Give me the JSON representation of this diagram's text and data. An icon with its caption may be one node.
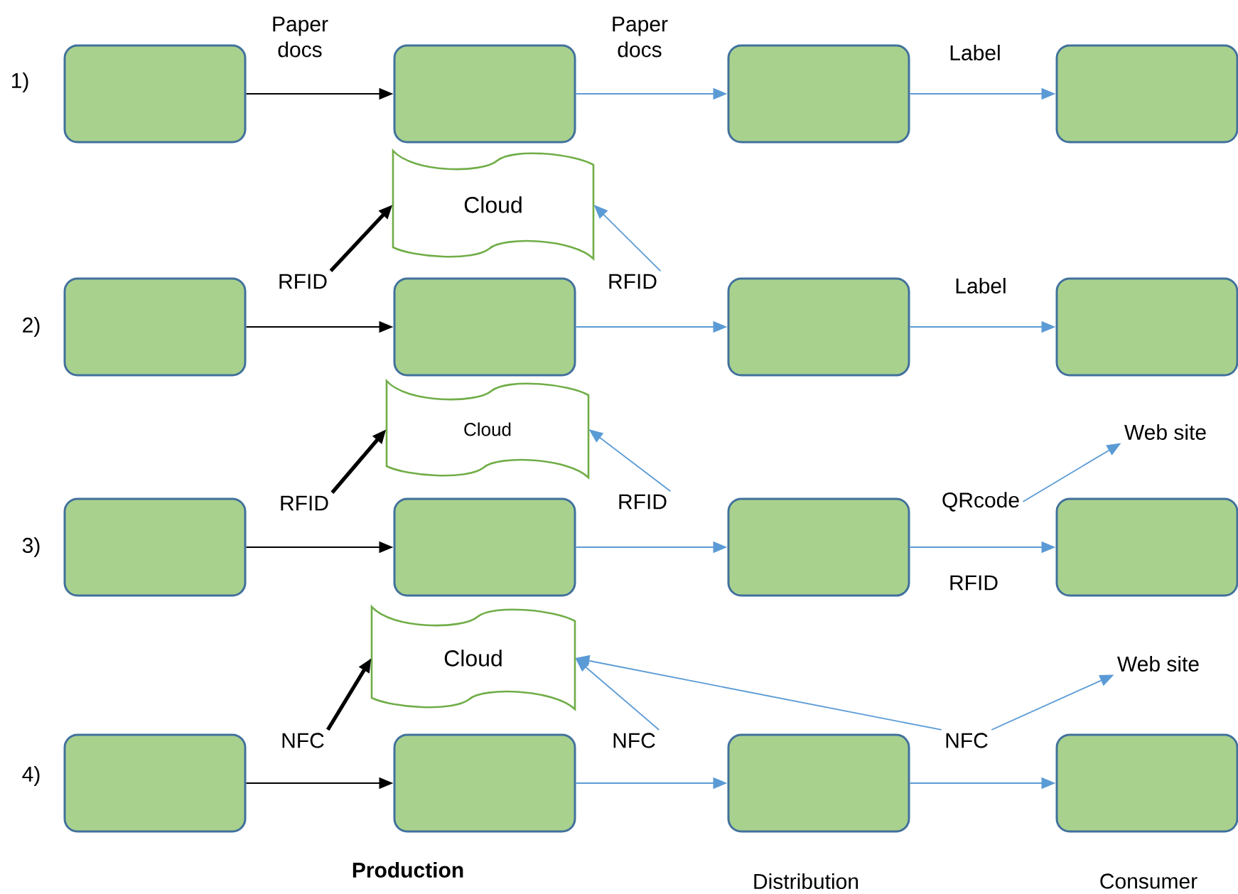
{
  "diagram": {
    "nodes": [
      {
        "text": [],
        "shape": "box"
      },
      {
        "text": [],
        "shape": "box"
      },
      {
        "text": [],
        "shape": "box"
      },
      {
        "text": [],
        "shape": "box"
      },
      {
        "text": [
          "Cloud"
        ]
      },
      {
        "text": [
          "RFID"
        ]
      },
      {
        "text": [
          "RFID"
        ]
      },
      {
        "text": [],
        "shape": "box"
      },
      {
        "text": [],
        "shape": "box"
      },
      {
        "text": [],
        "shape": "box"
      },
      {
        "text": [],
        "shape": "box"
      },
      {
        "text": [
          "Cloud"
        ]
      },
      {
        "text": [
          "Web site"
        ]
      },
      {
        "text": [
          "RFID"
        ]
      },
      {
        "text": [
          "RFID"
        ]
      },
      {
        "text": [
          "QRcode"
        ]
      },
      {
        "text": [],
        "shape": "box"
      },
      {
        "text": [],
        "shape": "box"
      },
      {
        "text": [],
        "shape": "box"
      },
      {
        "text": [],
        "shape": "box"
      },
      {
        "text": [
          "Cloud"
        ]
      },
      {
        "text": [
          "Web site"
        ]
      },
      {
        "text": [
          "NFC"
        ]
      },
      {
        "text": [
          "NFC"
        ]
      },
      {
        "text": [
          "NFC"
        ]
      },
      {
        "text": [],
        "shape": "box"
      },
      {
        "text": [],
        "shape": "box"
      },
      {
        "text": [],
        "shape": "box"
      },
      {
        "text": [],
        "shape": "box"
      }
    ],
    "edges": [
      {
        "from": 0,
        "to": 1,
        "arrow": "to",
        "label": "Paper docs",
        "color": "#000000"
      },
      {
        "from": 1,
        "to": 2,
        "arrow": "to",
        "label": "Paper docs"
      },
      {
        "from": 2,
        "to": 3,
        "arrow": "to",
        "label": "Label"
      },
      {
        "from": 7,
        "to": 8,
        "arrow": "to",
        "color": "#000000"
      },
      {
        "from": 8,
        "to": 9,
        "arrow": "to"
      },
      {
        "from": 9,
        "to": 10,
        "arrow": "to",
        "label": "Label"
      },
      {
        "from": 5,
        "to": 4,
        "arrow": "to",
        "style": "thick",
        "color": "#000000"
      },
      {
        "from": 6,
        "to": 4,
        "arrow": "to"
      },
      {
        "from": 16,
        "to": 17,
        "arrow": "to",
        "color": "#000000"
      },
      {
        "from": 17,
        "to": 18,
        "arrow": "to"
      },
      {
        "from": 18,
        "to": 19,
        "arrow": "to",
        "label": "RFID"
      },
      {
        "from": 13,
        "to": 11,
        "arrow": "to",
        "style": "thick",
        "color": "#000000"
      },
      {
        "from": 14,
        "to": 11,
        "arrow": "to"
      },
      {
        "from": 15,
        "to": 12,
        "arrow": "to"
      },
      {
        "from": 25,
        "to": 26,
        "arrow": "to",
        "color": "#000000"
      },
      {
        "from": 26,
        "to": 27,
        "arrow": "to"
      },
      {
        "from": 27,
        "to": 28,
        "arrow": "to"
      },
      {
        "from": 22,
        "to": 20,
        "arrow": "to",
        "style": "thick",
        "color": "#000000"
      },
      {
        "from": 23,
        "to": 20,
        "arrow": "to"
      },
      {
        "from": 24,
        "to": 20,
        "arrow": "to"
      },
      {
        "from": 24,
        "to": 21,
        "arrow": "to"
      }
    ],
    "labels": [
      "1)",
      "2)",
      "3)",
      "4)",
      "Production",
      "Distribution",
      "Consumer"
    ]
  }
}
